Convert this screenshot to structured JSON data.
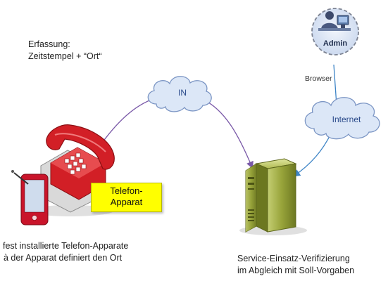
{
  "capture": {
    "title": "Erfassung:",
    "detail": "Zeitstempel + “Ort“"
  },
  "clouds": {
    "in_label": "IN",
    "internet_label": "Internet"
  },
  "admin": {
    "label": "Admin"
  },
  "browser_label": "Browser",
  "phone": {
    "label_line1": "Telefon-",
    "label_line2": "Apparat"
  },
  "phones_caption": {
    "line1": "fest installierte Telefon-Apparate",
    "line2": "à der Apparat definiert den Ort"
  },
  "server_caption": {
    "line1": "Service-Einsatz-Verifizierung",
    "line2": "im Abgleich mit Soll-Vorgaben"
  },
  "colors": {
    "cloud_fill": "#dce7f7",
    "cloud_stroke": "#7b95c4",
    "arrow_purple": "#7a59a8",
    "arrow_blue": "#3d84c6",
    "phone_red": "#d21f26",
    "server_green": "#7d8a2e",
    "label_yellow": "#ffff00"
  }
}
